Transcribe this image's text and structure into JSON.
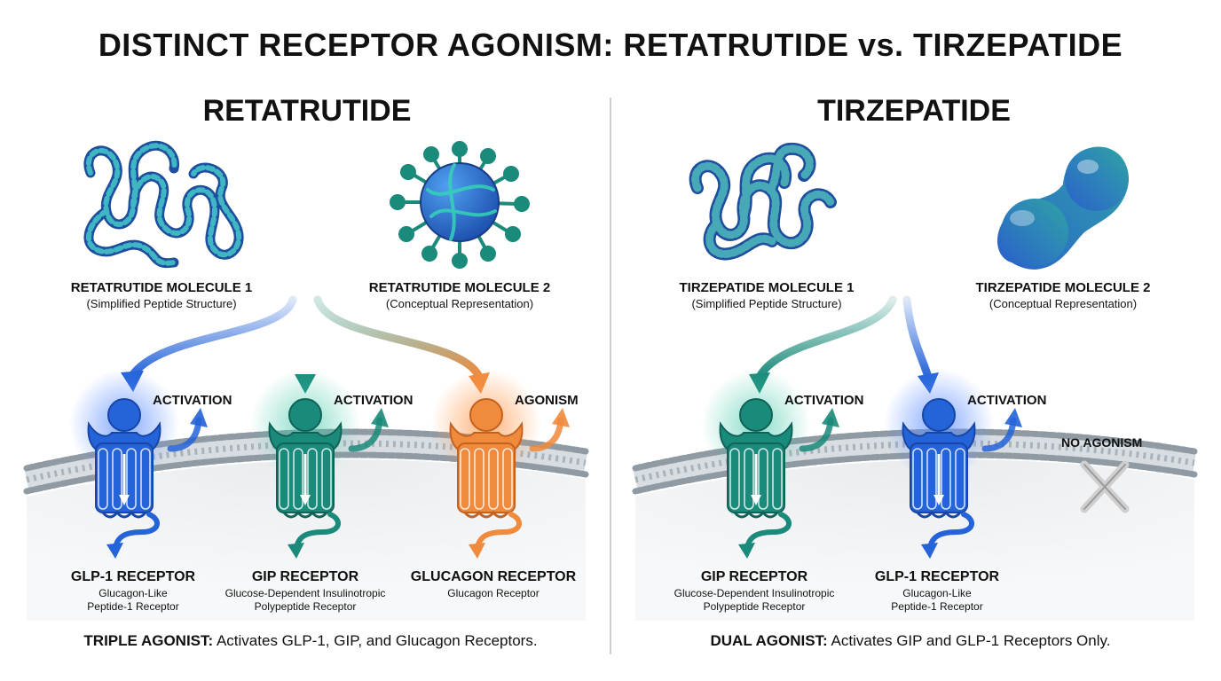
{
  "title": "DISTINCT RECEPTOR AGONISM: RETATRUTIDE vs. TIRZEPATIDE",
  "colors": {
    "glp1": "#2563d8",
    "gip": "#1a8a7a",
    "glucagon": "#f08a3c",
    "text": "#111111",
    "divider": "#bdbdbd"
  },
  "left": {
    "title": "RETATRUTIDE",
    "molecule1": {
      "label": "RETATRUTIDE MOLECULE 1",
      "sub": "(Simplified Peptide Structure)"
    },
    "molecule2": {
      "label": "RETATRUTIDE MOLECULE 2",
      "sub": "(Conceptual Representation)"
    },
    "receptors": [
      {
        "name": "GLP-1 RECEPTOR",
        "sub1": "Glucagon-Like",
        "sub2": "Peptide-1 Receptor",
        "action": "ACTIVATION",
        "color": "glp1"
      },
      {
        "name": "GIP RECEPTOR",
        "sub1": "Glucose-Dependent Insulinotropic",
        "sub2": "Polypeptide Receptor",
        "action": "ACTIVATION",
        "color": "gip"
      },
      {
        "name": "GLUCAGON RECEPTOR",
        "sub1": "Glucagon Receptor",
        "sub2": "",
        "action": "AGONISM",
        "color": "glucagon"
      }
    ],
    "summary_bold": "TRIPLE AGONIST:",
    "summary_text": " Activates GLP-1, GIP, and Glucagon Receptors."
  },
  "right": {
    "title": "TIRZEPATIDE",
    "molecule1": {
      "label": "TIRZEPATIDE MOLECULE 1",
      "sub": "(Simplified Peptide Structure)"
    },
    "molecule2": {
      "label": "TIRZEPATIDE MOLECULE 2",
      "sub": "(Conceptual Representation)"
    },
    "receptors": [
      {
        "name": "GIP RECEPTOR",
        "sub1": "Glucose-Dependent Insulinotropic",
        "sub2": "Polypeptide Receptor",
        "action": "ACTIVATION",
        "color": "gip"
      },
      {
        "name": "GLP-1 RECEPTOR",
        "sub1": "Glucagon-Like",
        "sub2": "Peptide-1 Receptor",
        "action": "ACTIVATION",
        "color": "glp1"
      }
    ],
    "no_agonism": "NO AGONISM",
    "summary_bold": "DUAL AGONIST:",
    "summary_text": " Activates GIP and GLP-1 Receptors Only."
  }
}
